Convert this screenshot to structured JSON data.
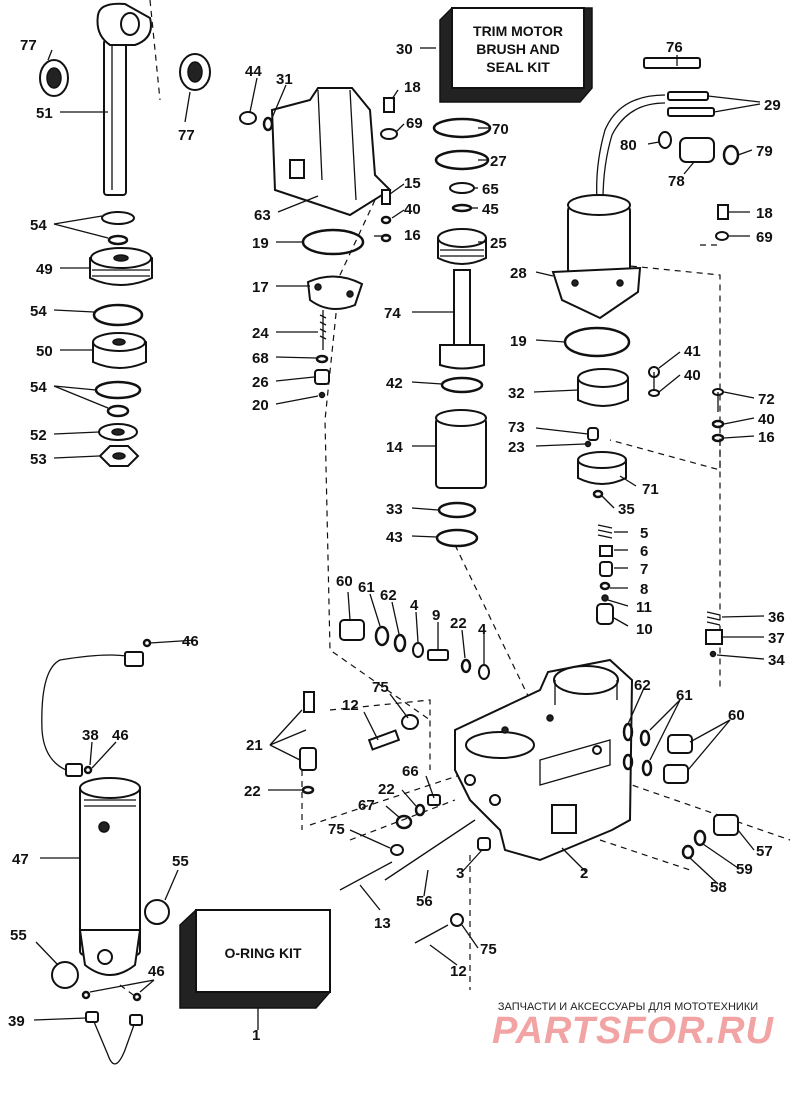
{
  "kits": {
    "trim_motor": [
      "TRIM MOTOR",
      "BRUSH AND",
      "SEAL KIT"
    ],
    "oring": "O-RING KIT"
  },
  "callouts": {
    "c1": "1",
    "c2": "2",
    "c3": "3",
    "c4a": "4",
    "c4b": "4",
    "c5": "5",
    "c6": "6",
    "c7": "7",
    "c8": "8",
    "c9": "9",
    "c10": "10",
    "c11": "11",
    "c12a": "12",
    "c12b": "12",
    "c13": "13",
    "c14": "14",
    "c15": "15",
    "c16a": "16",
    "c16b": "16",
    "c17": "17",
    "c18a": "18",
    "c18b": "18",
    "c19a": "19",
    "c19b": "19",
    "c20": "20",
    "c21": "21",
    "c22a": "22",
    "c22b": "22",
    "c22c": "22",
    "c23": "23",
    "c24": "24",
    "c25": "25",
    "c26": "26",
    "c27": "27",
    "c28": "28",
    "c29": "29",
    "c30": "30",
    "c31": "31",
    "c32": "32",
    "c33": "33",
    "c34": "34",
    "c35": "35",
    "c36": "36",
    "c37": "37",
    "c38": "38",
    "c39": "39",
    "c40a": "40",
    "c40b": "40",
    "c40c": "40",
    "c41": "41",
    "c42": "42",
    "c43": "43",
    "c44": "44",
    "c45": "45",
    "c46a": "46",
    "c46b": "46",
    "c46c": "46",
    "c47": "47",
    "c49": "49",
    "c50": "50",
    "c51": "51",
    "c52": "52",
    "c53": "53",
    "c54a": "54",
    "c54b": "54",
    "c54c": "54",
    "c55a": "55",
    "c55b": "55",
    "c56": "56",
    "c57": "57",
    "c58": "58",
    "c59": "59",
    "c60a": "60",
    "c60b": "60",
    "c61a": "61",
    "c61b": "61",
    "c62a": "62",
    "c62b": "62",
    "c63": "63",
    "c65": "65",
    "c66": "66",
    "c67": "67",
    "c68": "68",
    "c69a": "69",
    "c69b": "69",
    "c70": "70",
    "c71": "71",
    "c72": "72",
    "c73": "73",
    "c74": "74",
    "c75a": "75",
    "c75b": "75",
    "c75c": "75",
    "c76": "76",
    "c77a": "77",
    "c77b": "77",
    "c78": "78",
    "c79": "79",
    "c80": "80"
  },
  "watermark": {
    "line1": "ЗАПЧАСТИ И АКСЕССУАРЫ ДЛЯ МОТОТЕХНИКИ",
    "line2": "PARTSFOR.RU"
  }
}
